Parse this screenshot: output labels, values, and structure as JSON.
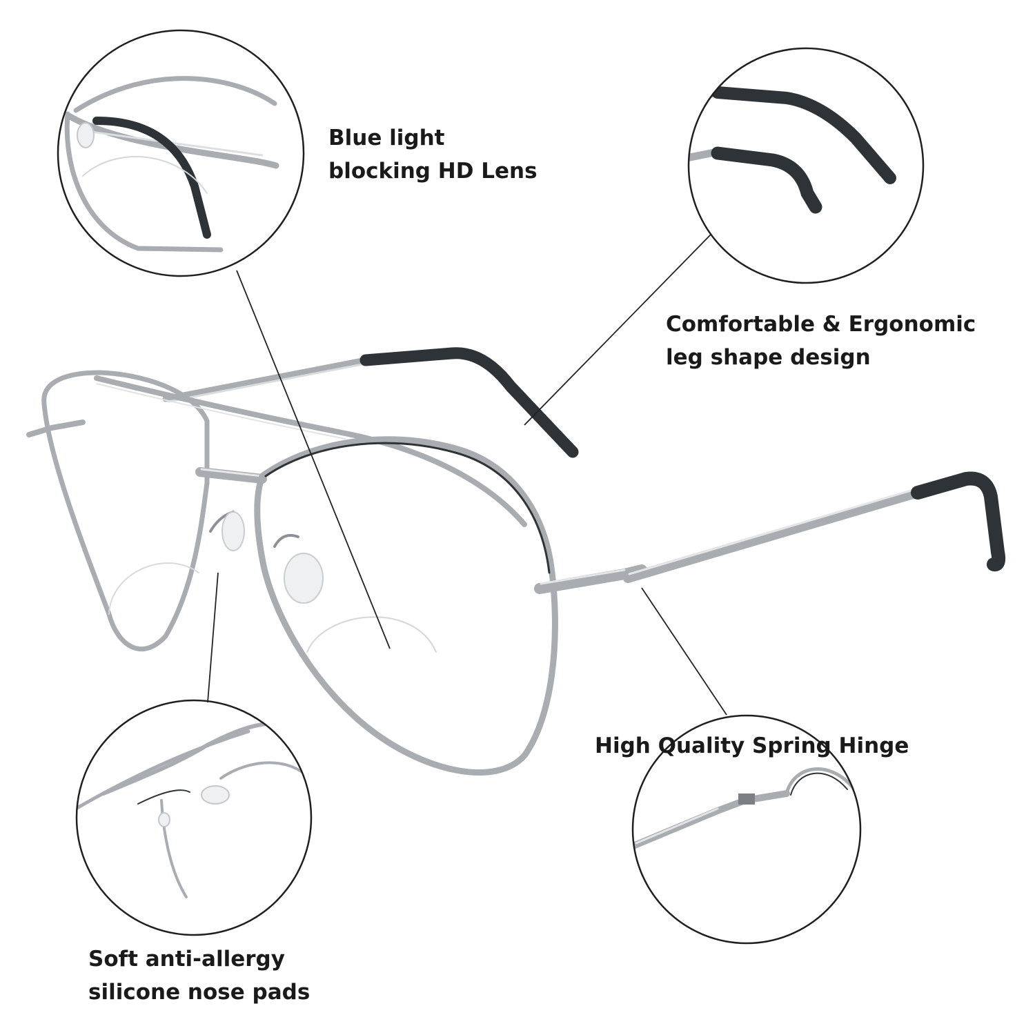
{
  "features": {
    "lens": {
      "line1": "Blue light",
      "line2": "blocking HD Lens"
    },
    "leg": {
      "line1": "Comfortable & Ergonomic",
      "line2": "leg shape design"
    },
    "pads": {
      "line1": "Soft anti-allergy",
      "line2": "silicone nose pads"
    },
    "hinge": {
      "line1": "High Quality Spring Hinge"
    }
  },
  "colors": {
    "frame": "#a9acb0",
    "frame_dark": "#7c8085",
    "tip": "#2e3338",
    "leader": "#222222",
    "circle": "#1f1f1f"
  }
}
